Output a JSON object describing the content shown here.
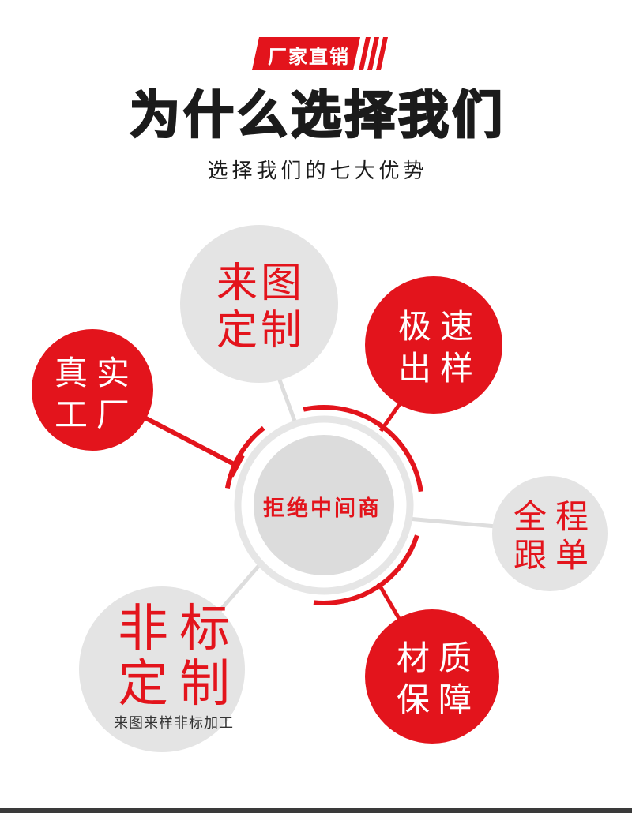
{
  "badge": {
    "label": "厂家直销"
  },
  "header": {
    "title": "为什么选择我们",
    "subtitle": "选择我们的七大优势"
  },
  "hub": {
    "label": "拒绝中间商"
  },
  "nodes": {
    "custom_drawing": {
      "line1": "来图",
      "line2": "定制"
    },
    "fast_sampling": {
      "line1": "极速",
      "line2": "出样"
    },
    "real_factory": {
      "line1": "真实",
      "line2": "工厂"
    },
    "full_tracking": {
      "line1": "全程",
      "line2": "跟单"
    },
    "nonstandard_custom": {
      "line1": "非标",
      "line2": "定制",
      "caption": "来图来样非标加工"
    },
    "material_guarantee": {
      "line1": "材质",
      "line2": "保障"
    }
  },
  "colors": {
    "accent": "#e3141c",
    "circle_gray": "#e4e4e4",
    "hub_gray": "#dcdcdc",
    "ring_gray": "#e6e6e6",
    "connector_gray": "#dddddd",
    "title_text": "#1b1b1b",
    "bottom_bar": "#3a3a3a"
  }
}
